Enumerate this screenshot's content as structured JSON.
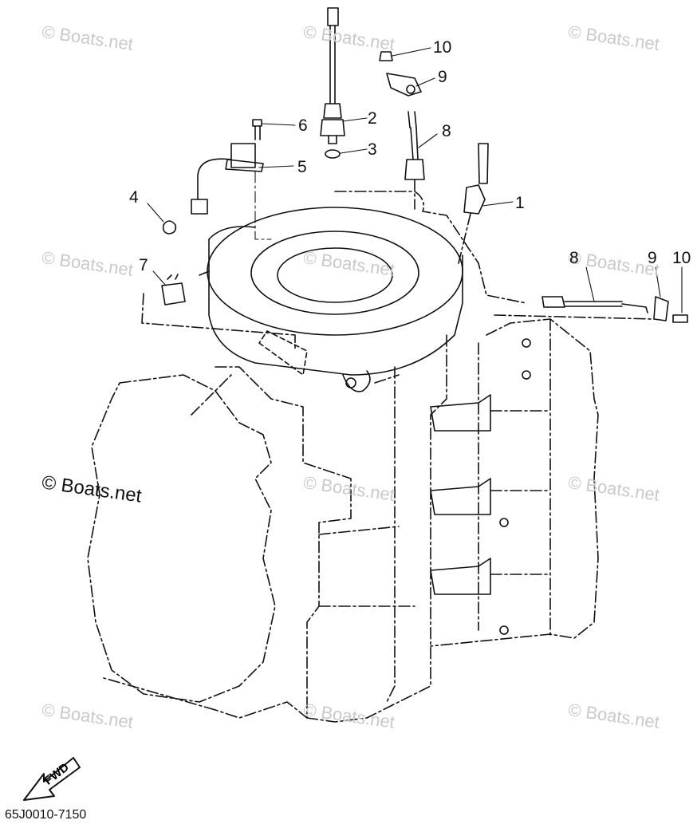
{
  "watermark": {
    "text": "© Boats.net"
  },
  "callouts": {
    "c1": "1",
    "c2": "2",
    "c3": "3",
    "c4": "4",
    "c5": "5",
    "c6": "6",
    "c7": "7",
    "c8_top": "8",
    "c9_top": "9",
    "c10_top": "10",
    "c8_right": "8",
    "c9_right": "9",
    "c10_right": "10"
  },
  "fwd_label": "FWD",
  "part_code": "65J0010-7150"
}
